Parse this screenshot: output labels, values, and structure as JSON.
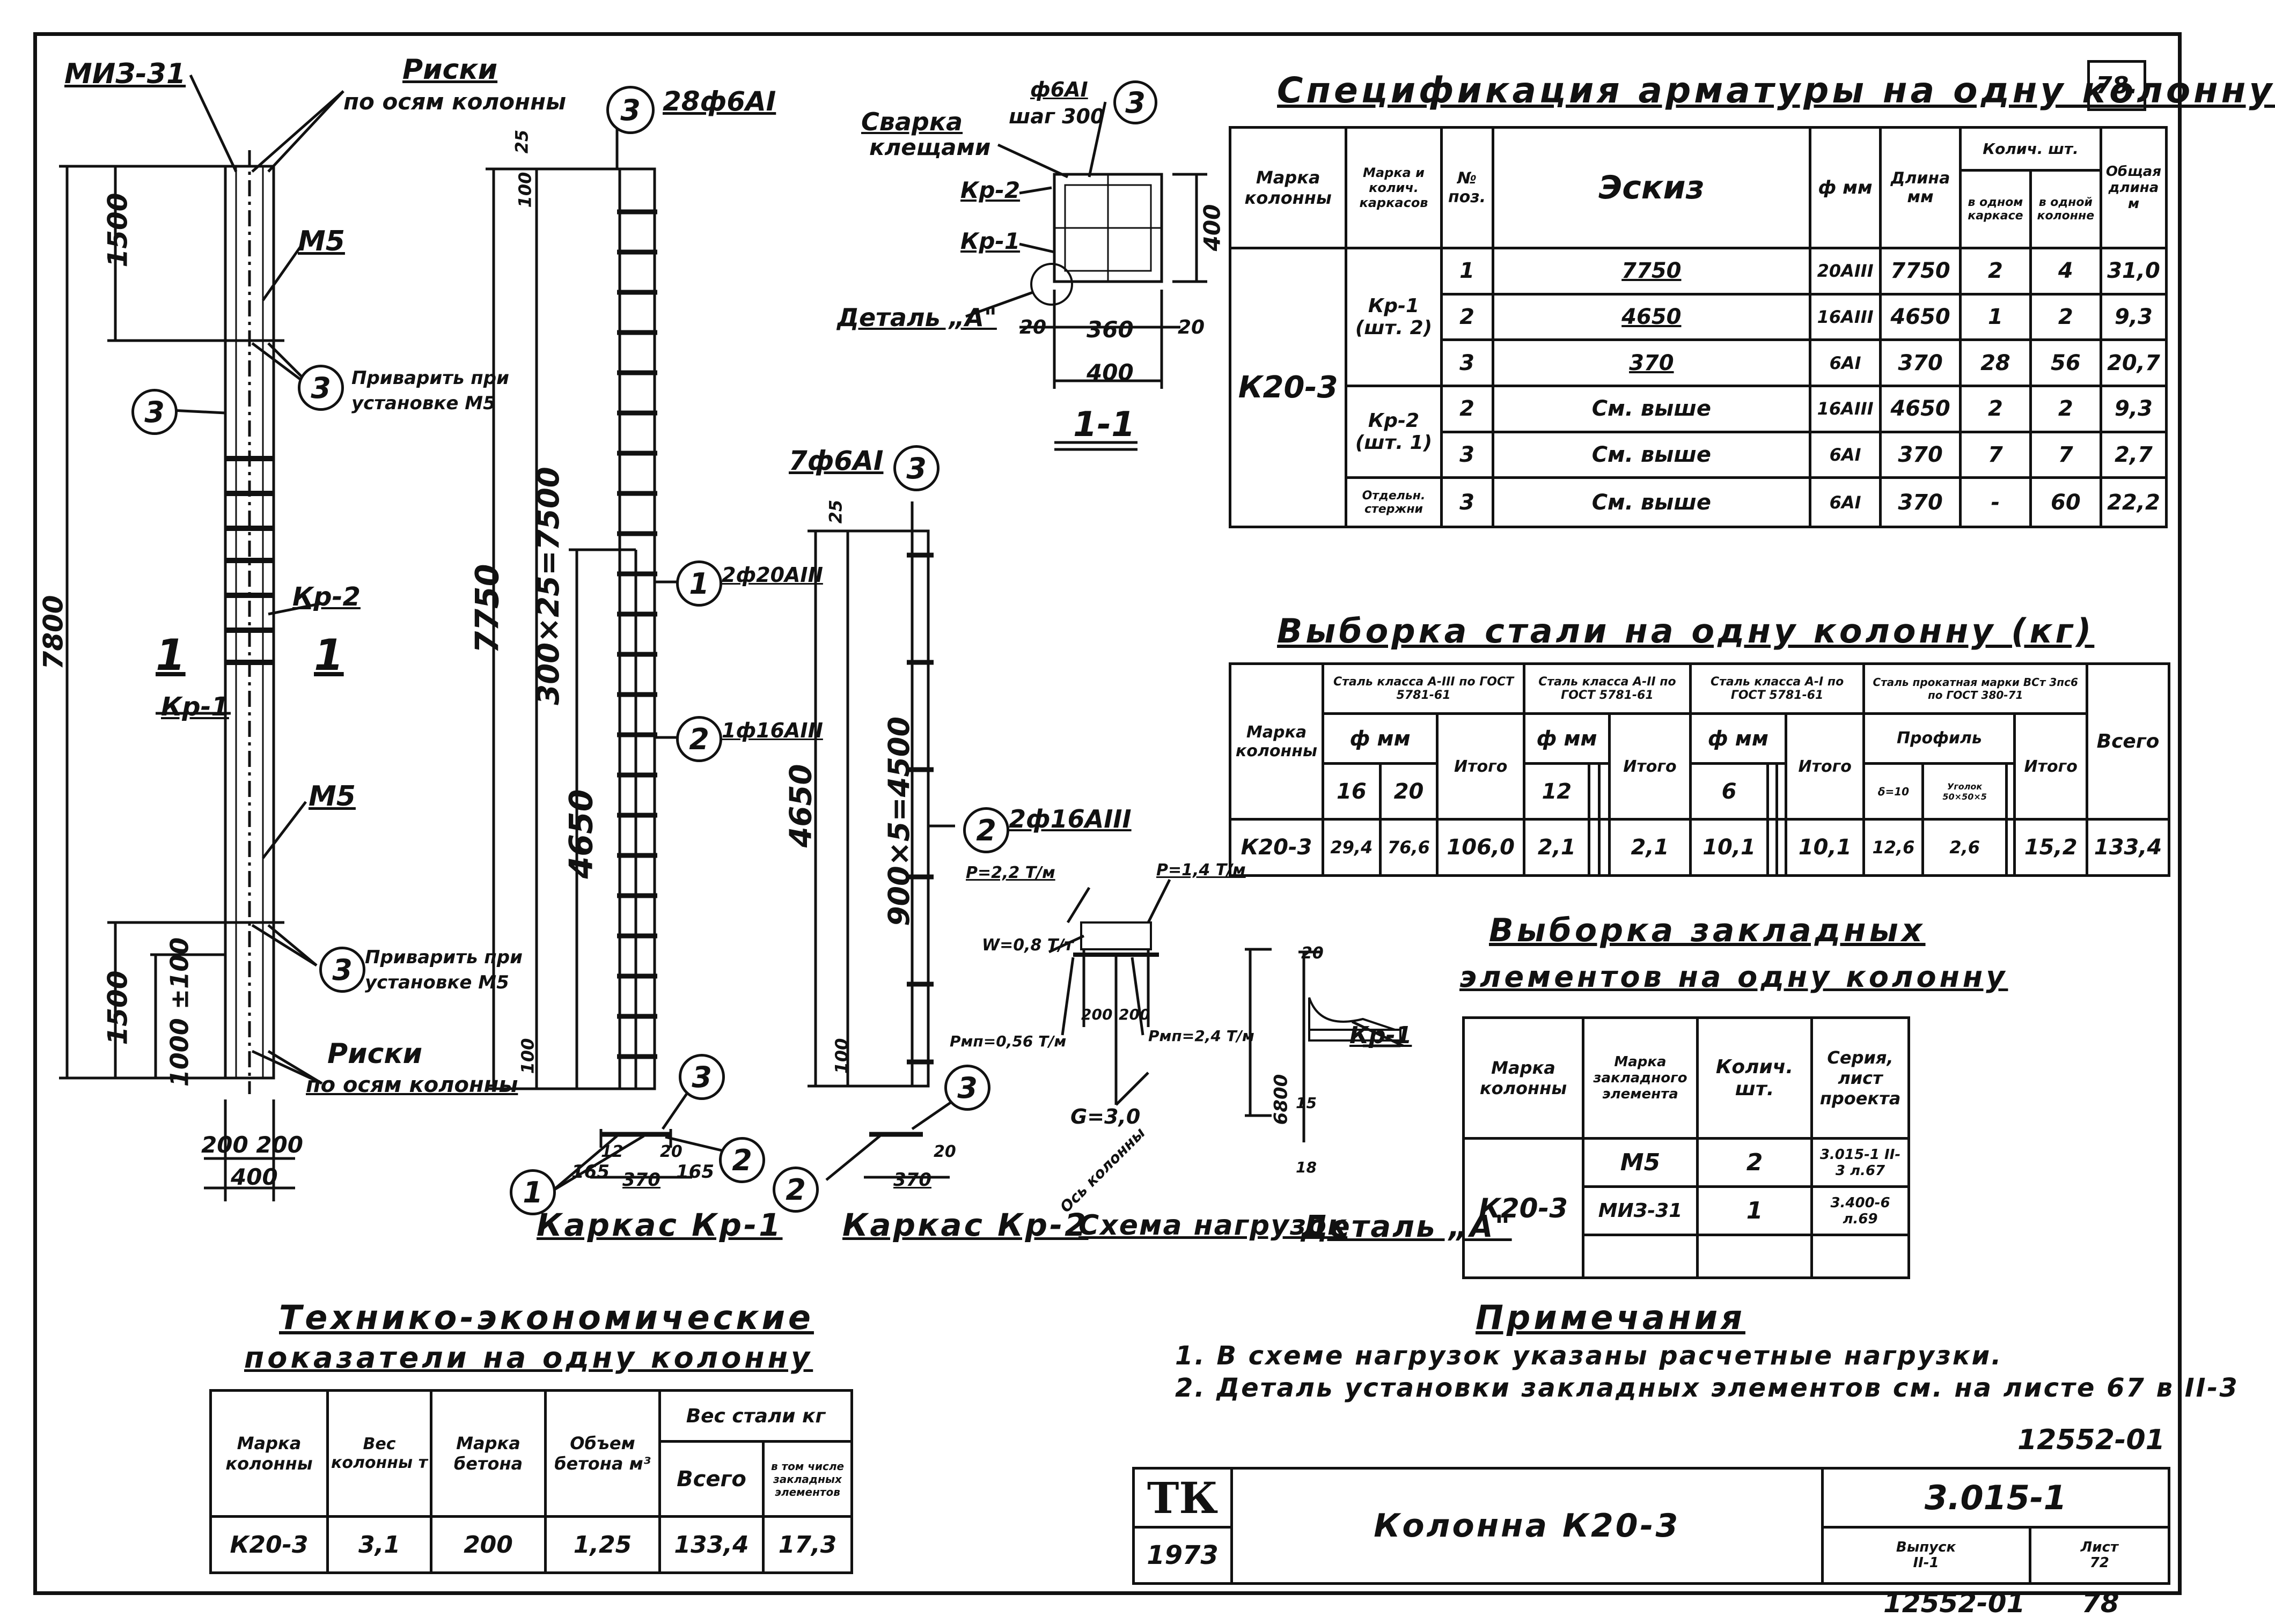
{
  "sheet": {
    "sheet_corner_no": "78.",
    "bottom_number": "12552-01",
    "bottom_page": "78",
    "stamp_number": "12552-01"
  },
  "column_view": {
    "top_tag": "МИЗ-31",
    "risk_top": "Риски",
    "risk_top_sub": "по осям колонны",
    "risk_bottom": "Риски",
    "risk_bottom_sub": "по осям колонны",
    "m5_top": "М5",
    "m5_bottom": "М5",
    "weld_top_1": "Приварить при",
    "weld_top_2": "установке М5",
    "weld_bot_1": "Приварить при",
    "weld_bot_2": "установке М5",
    "kr2": "Кр-2",
    "kr1": "Кр-1",
    "section_mark": "1",
    "dim_total": "7800",
    "dim_1500_top": "1500",
    "dim_1500_bot": "1500",
    "dim_1000": "1000 ±100",
    "dim_200_200": "200 200",
    "dim_400": "400",
    "circle_3": "3"
  },
  "kr1_frame": {
    "pos3_label": "28ф6АI",
    "pos1_label": "2ф20АIII",
    "pos2_label": "1ф16АIII",
    "dim_7750": "7750",
    "dim_spacing": "300×25=7500",
    "dim_4650": "4650",
    "dim_25": "25",
    "dim_100": "100",
    "sec_165a": "165",
    "sec_370": "370",
    "sec_165b": "165",
    "sec_20": "20",
    "sec_12": "12",
    "caption": "Каркас Кр-1"
  },
  "kr2_frame": {
    "pos3_label": "7ф6АI",
    "pos2_label": "2ф16АIII",
    "dim_4650": "4650",
    "dim_spacing": "900×5=4500",
    "dim_25": "25",
    "dim_100": "100",
    "sec_370": "370",
    "sec_20": "20",
    "caption": "Каркас Кр-2"
  },
  "section_1_1": {
    "weld": "Сварка",
    "weld2": "клещами",
    "stirrup": "ф6АI",
    "step": "шаг 300",
    "kr2": "Кр-2",
    "kr1": "Кр-1",
    "detail": "Деталь „А\"",
    "dim_400_v": "400",
    "dim_20a": "20",
    "dim_360": "360",
    "dim_20b": "20",
    "dim_400_h": "400",
    "caption": "1-1"
  },
  "load_scheme": {
    "p1": "P=2,2 T/м",
    "p2": "P=1,4 T/м",
    "w": "W=0,8 T/т",
    "pm1": "Pмп=0,56 T/м",
    "pm2": "Pмп=2,4 T/м",
    "d200a": "200",
    "d200b": "200",
    "g": "G=3,0",
    "axis": "Ось колонны",
    "caption": "Схема нагрузок"
  },
  "detail_a": {
    "kr1": "Кр-1",
    "d20": "20",
    "d6800": "6800",
    "d15": "15",
    "d18": "18",
    "caption": "Деталь „А\""
  },
  "spec_table": {
    "title": "Спецификация арматуры на одну колонну",
    "headers": {
      "marka": "Марка колонны",
      "karkas": "Марка и колич. каркасов",
      "pos": "№ поз.",
      "sketch": "Эскиз",
      "phi": "ф мм",
      "length": "Длина мм",
      "qty": "Колич. шт.",
      "qty_k": "в одном каркасе",
      "qty_c": "в одной колонне",
      "total": "Общая длина м"
    },
    "column_mark": "К20-3",
    "rows": [
      {
        "karkas": "Кр-1 (шт. 2)",
        "pos": "1",
        "sketch": "7750",
        "phi": "20АIII",
        "len": "7750",
        "qk": "2",
        "qc": "4",
        "tot": "31,0"
      },
      {
        "karkas": "",
        "pos": "2",
        "sketch": "4650",
        "phi": "16АIII",
        "len": "4650",
        "qk": "1",
        "qc": "2",
        "tot": "9,3"
      },
      {
        "karkas": "",
        "pos": "3",
        "sketch": "370",
        "phi": "6АI",
        "len": "370",
        "qk": "28",
        "qc": "56",
        "tot": "20,7"
      },
      {
        "karkas": "Кр-2 (шт. 1)",
        "pos": "2",
        "sketch": "См. выше",
        "phi": "16АIII",
        "len": "4650",
        "qk": "2",
        "qc": "2",
        "tot": "9,3"
      },
      {
        "karkas": "",
        "pos": "3",
        "sketch": "См. выше",
        "phi": "6АI",
        "len": "370",
        "qk": "7",
        "qc": "7",
        "tot": "2,7"
      },
      {
        "karkas": "Отдельн. стержни",
        "pos": "3",
        "sketch": "См. выше",
        "phi": "6АI",
        "len": "370",
        "qk": "-",
        "qc": "60",
        "tot": "22,2"
      }
    ]
  },
  "steel_table": {
    "title": "Выборка стали на одну колонну (кг)",
    "h_marka": "Марка колонны",
    "h_a3": "Сталь класса А-III по ГОСТ 5781-61",
    "h_a2": "Сталь класса А-II по ГОСТ 5781-61",
    "h_a1": "Сталь класса А-I по ГОСТ 5781-61",
    "h_prof": "Сталь прокатная марки ВСт 3пс6 по ГОСТ 380-71",
    "h_phi": "ф мм",
    "h_profile": "Профиль",
    "h_itogo": "Итого",
    "h_vsego": "Всего",
    "d16": "16",
    "d20": "20",
    "d12": "12",
    "d6": "6",
    "p1": "δ=10",
    "p2": "Уголок 50×50×5",
    "row": {
      "mark": "К20-3",
      "v16": "29,4",
      "v20": "76,6",
      "it1": "106,0",
      "v12": "2,1",
      "it2": "2,1",
      "v6": "10,1",
      "it3": "10,1",
      "pr1": "12,6",
      "pr2": "2,6",
      "it4": "15,2",
      "all": "133,4"
    }
  },
  "embedded_table": {
    "title1": "Выборка закладных",
    "title2": "элементов на одну колонну",
    "h1": "Марка колонны",
    "h2": "Марка закладного элемента",
    "h3": "Колич. шт.",
    "h4": "Серия, лист проекта",
    "mark": "К20-3",
    "rows": [
      {
        "el": "М5",
        "q": "2",
        "ser": "3.015-1 II-3 л.67"
      },
      {
        "el": "МИЗ-31",
        "q": "1",
        "ser": "3.400-6 л.69"
      }
    ]
  },
  "tech_table": {
    "title1": "Технико-экономические",
    "title2": "показатели на одну колонну",
    "h1": "Марка колонны",
    "h2": "Вес колонны т",
    "h3": "Марка бетона",
    "h4": "Объем бетона м³",
    "h5": "Вес стали кг",
    "h5a": "Всего",
    "h5b": "в том числе закладных элементов",
    "row": {
      "mark": "К20-3",
      "w": "3,1",
      "b": "200",
      "v": "1,25",
      "s": "133,4",
      "e": "17,3"
    }
  },
  "notes": {
    "title": "Примечания",
    "n1": "1. В схеме нагрузок указаны расчетные нагрузки.",
    "n2": "2. Деталь установки закладных элементов см. на листе 67 в II-3"
  },
  "stamp": {
    "tk": "ТК",
    "year": "1973",
    "name": "Колонна К20-3",
    "series": "3.015-1",
    "issue_l": "Выпуск",
    "issue": "II-1",
    "sheet_l": "Лист",
    "sheet": "72"
  }
}
